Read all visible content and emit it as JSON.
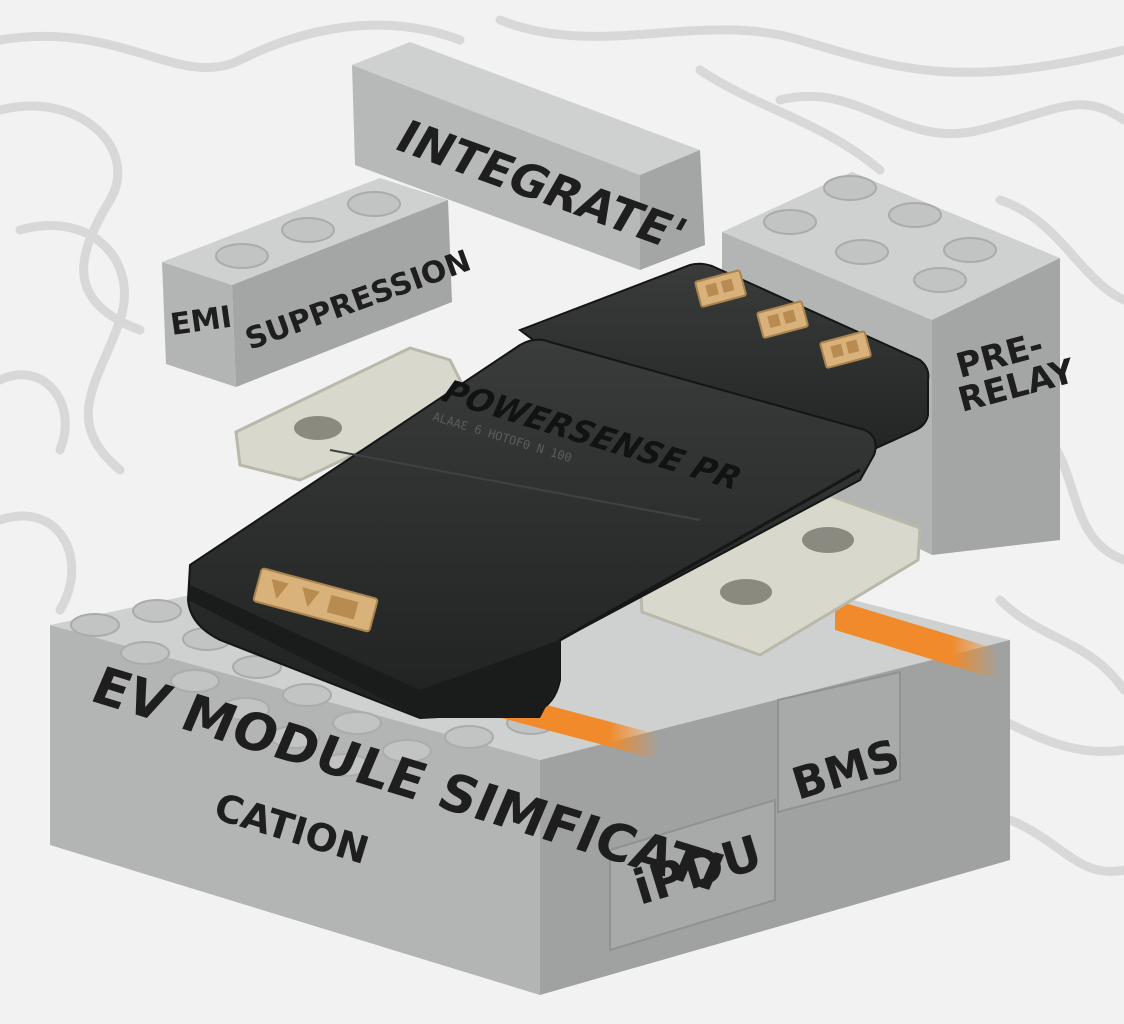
{
  "labels": {
    "integrate": "INTEGRATE'",
    "emi": "EMI",
    "suppression": "SUPPRESSION",
    "pre": "PRE-",
    "relay": "RELAY",
    "ev_module_line1": "EV MODULE SIMFICATI",
    "ev_module_line2": "CATION",
    "ipdu": "iPDU",
    "bms": "BMS"
  },
  "device": {
    "brand": "POWERSENSE PR",
    "subtext": "ALAAƐ 6 HOTOF0 N 100"
  },
  "colors": {
    "background": "#f2f2f2",
    "brick": "#b9bcbb",
    "brick_top": "#cfd1d0",
    "device_body": "#2a2c2c",
    "busbar": "#d9d8cc",
    "connector": "#d8b27a",
    "orange_bar": "#f08a2a"
  }
}
